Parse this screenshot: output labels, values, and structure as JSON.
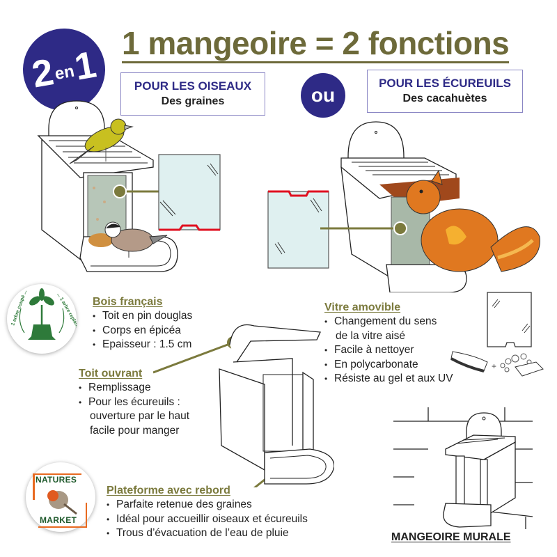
{
  "header": {
    "title": "1 mangeoire = 2 fonctions",
    "badge_main": {
      "big1": "2",
      "small": "en",
      "big2": "1"
    },
    "badge_or": "ou"
  },
  "functions": [
    {
      "heading": "POUR LES OISEAUX",
      "subheading": "Des graines"
    },
    {
      "heading": "POUR LES ÉCUREUILS",
      "subheading": "Des cacahuètes"
    }
  ],
  "features": {
    "bois": {
      "heading": "Bois français",
      "items": [
        "Toit en pin douglas",
        "Corps en épicéa",
        "Epaisseur : 1.5 cm"
      ]
    },
    "toit": {
      "heading": "Toit ouvrant",
      "items": [
        "Remplissage",
        "Pour les écureuils :",
        "ouverture par le haut",
        "facile pour manger"
      ]
    },
    "vitre": {
      "heading": "Vitre amovible",
      "items": [
        "Changement du sens",
        "de la vitre aisé",
        "Facile à nettoyer",
        "En polycarbonate",
        "Résiste au gel et aux UV"
      ]
    },
    "plateforme": {
      "heading": "Plateforme avec rebord",
      "items": [
        "Parfaite retenue des graines",
        "Idéal pour accueillir oiseaux et écureuils",
        "Trous d’évacuation de l’eau de pluie"
      ]
    }
  },
  "mural": {
    "label": "MANGEOIRE MURALE"
  },
  "logos": {
    "tree": {
      "left_text": "1 arbre coupé ...",
      "right_text": "... 1 arbre replanté"
    },
    "brand": {
      "line1": "NATURES",
      "line2": "MARKET"
    }
  },
  "colors": {
    "title_olive": "#6d6a3a",
    "badge_navy": "#2e2a86",
    "glass_blue": "#dff0f0",
    "glass_red_edge": "#e01020",
    "squirrel_orange": "#e07820",
    "bird_yellow": "#c8c020",
    "tree_green": "#2e7a3a"
  }
}
